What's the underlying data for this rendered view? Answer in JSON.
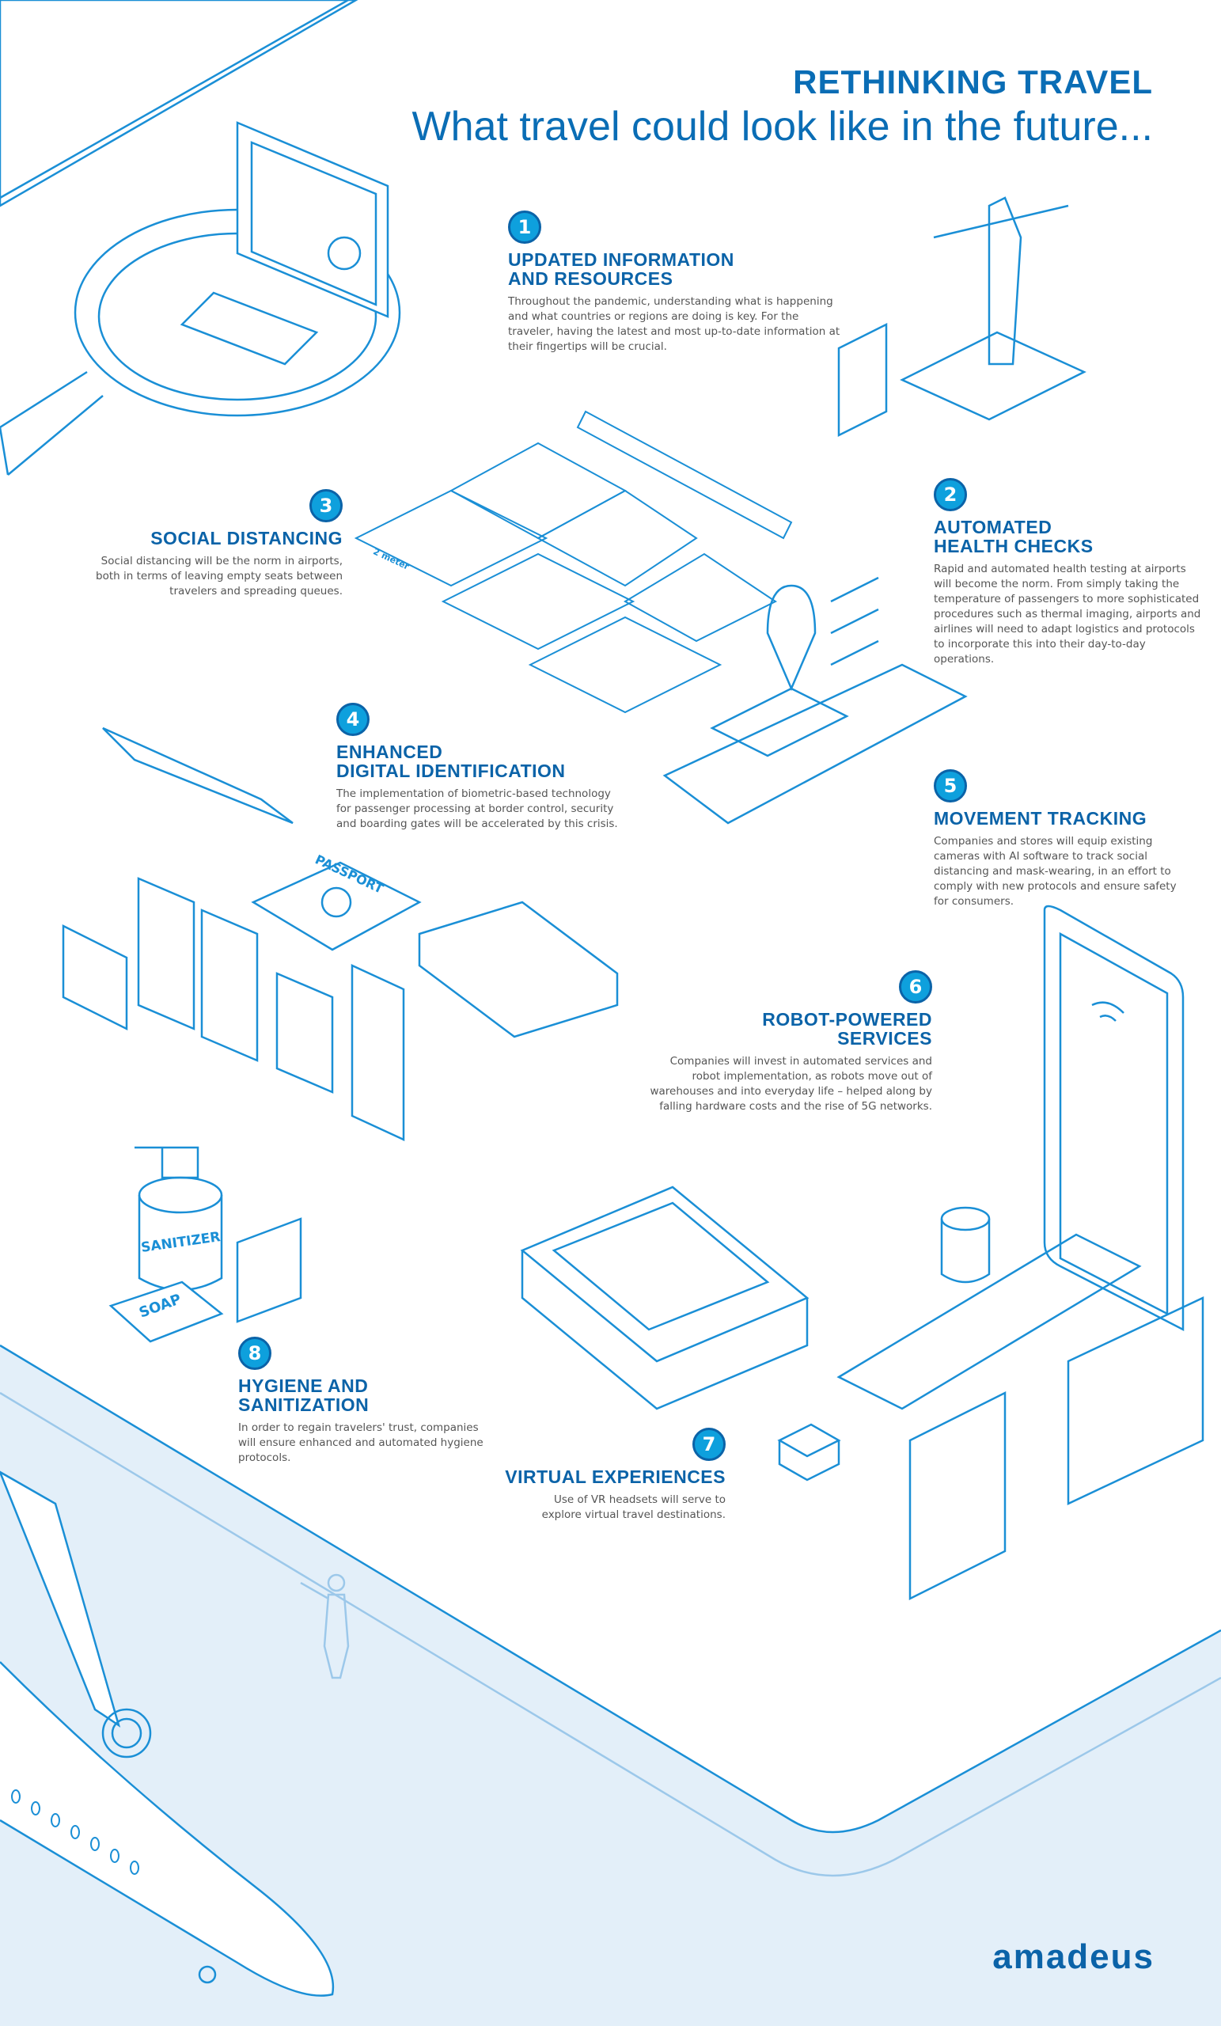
{
  "header": {
    "title": "RETHINKING TRAVEL",
    "subtitle": "What travel could look like in the future..."
  },
  "sections": [
    {
      "number": "1",
      "heading": "UPDATED INFORMATION\nAND RESOURCES",
      "body": "Throughout the pandemic, understanding what is happening\nand what countries or regions are doing is key. For the\ntraveler, having the latest and most up-to-date information at\ntheir fingertips will be crucial."
    },
    {
      "number": "2",
      "heading": "AUTOMATED\nHEALTH CHECKS",
      "body": "Rapid and automated health testing at airports\nwill become the norm. From simply taking the\ntemperature of passengers to more sophisticated\nprocedures such as thermal imaging, airports and\nairlines will need to adapt logistics and protocols\nto incorporate this into their day-to-day\noperations."
    },
    {
      "number": "3",
      "heading": "SOCIAL DISTANCING",
      "body": "Social distancing will be the norm in airports,\nboth in terms of leaving empty seats between\ntravelers and spreading queues."
    },
    {
      "number": "4",
      "heading": "ENHANCED\nDIGITAL IDENTIFICATION",
      "body": "The implementation of biometric-based technology\nfor passenger processing at border control, security\nand boarding gates will be accelerated by this crisis."
    },
    {
      "number": "5",
      "heading": "MOVEMENT TRACKING",
      "body": "Companies and stores will equip existing\ncameras with AI software to track social\ndistancing and mask-wearing, in an effort to\ncomply with new protocols and ensure safety\nfor consumers."
    },
    {
      "number": "6",
      "heading": "ROBOT-POWERED\nSERVICES",
      "body": "Companies will invest in automated services and\nrobot implementation, as robots move out of\nwarehouses and into everyday life – helped along by\nfalling hardware costs and the rise of 5G networks."
    },
    {
      "number": "7",
      "heading": "VIRTUAL EXPERIENCES",
      "body": "Use of VR headsets will serve to\nexplore virtual travel destinations."
    },
    {
      "number": "8",
      "heading": "HYGIENE AND SANITIZATION",
      "body": "In order to regain travelers' trust, companies\nwill ensure enhanced and automated hygiene\nprotocols."
    }
  ],
  "illustration_labels": {
    "floor": "2 meter",
    "passport": "PASSPORT",
    "sanitizer": "SANITIZER",
    "soap": "SOAP"
  },
  "logo": "amadeus",
  "colors": {
    "primary": "#0b63a8",
    "accent": "#0ea0dd",
    "line": "#1a8fd6",
    "floor": "#e3eff9"
  }
}
